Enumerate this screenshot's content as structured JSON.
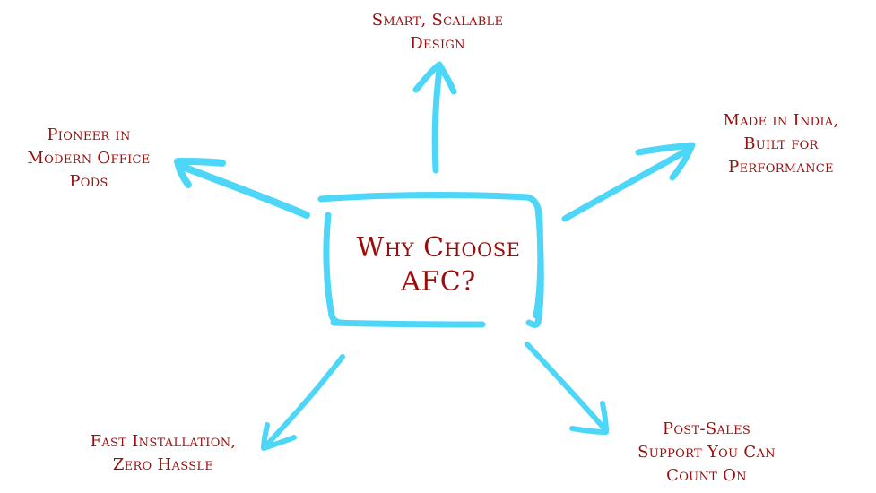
{
  "colors": {
    "text": "#9b0d0d",
    "stroke": "#4dd6f7"
  },
  "center": {
    "lines": [
      "Why Choose",
      "AFC?"
    ]
  },
  "nodes": {
    "top": {
      "lines": [
        "Smart, Scalable",
        "Design"
      ]
    },
    "top_left": {
      "lines": [
        "Pioneer in",
        "Modern Office",
        "Pods"
      ]
    },
    "top_right": {
      "lines": [
        "Made in India,",
        "Built for",
        "Performance"
      ]
    },
    "bottom_left": {
      "lines": [
        "Fast Installation,",
        "Zero Hassle"
      ]
    },
    "bottom_right": {
      "lines": [
        "Post-Sales",
        "Support You Can",
        "Count On"
      ]
    }
  }
}
